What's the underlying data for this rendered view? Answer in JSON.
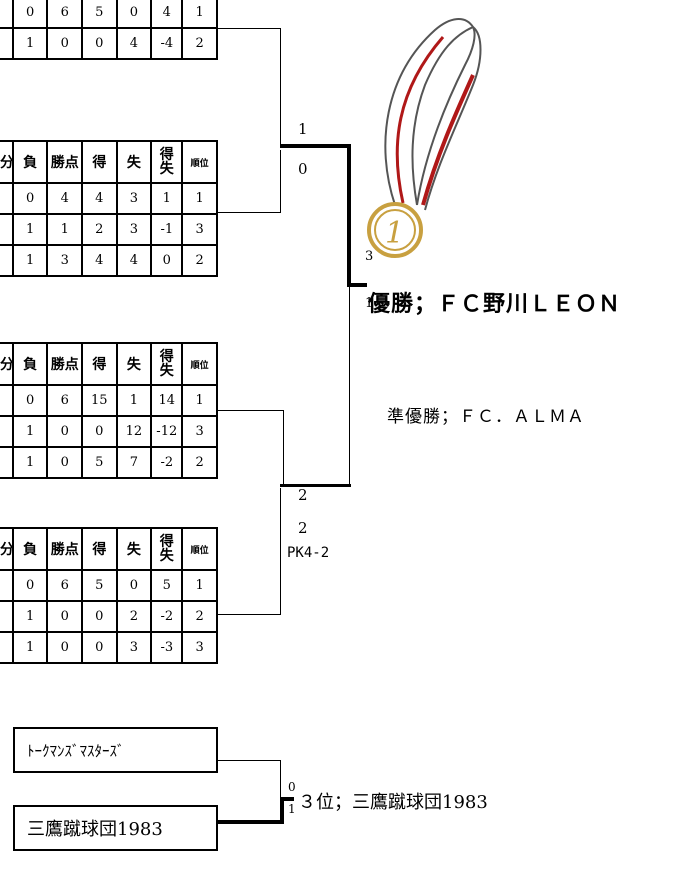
{
  "groups": [
    {
      "headers": null,
      "rows": [
        [
          "0",
          "6",
          "5",
          "0",
          "4",
          "1"
        ],
        [
          "1",
          "0",
          "0",
          "4",
          "-4",
          "2"
        ]
      ]
    },
    {
      "headers": [
        "分",
        "負",
        "勝点",
        "得",
        "失",
        "得失",
        "順位"
      ],
      "rows": [
        [
          "0",
          "4",
          "4",
          "3",
          "1",
          "1"
        ],
        [
          "1",
          "1",
          "2",
          "3",
          "-1",
          "3"
        ],
        [
          "1",
          "3",
          "4",
          "4",
          "0",
          "2"
        ]
      ]
    },
    {
      "headers": [
        "分",
        "負",
        "勝点",
        "得",
        "失",
        "得失",
        "順位"
      ],
      "rows": [
        [
          "0",
          "6",
          "15",
          "1",
          "14",
          "1"
        ],
        [
          "1",
          "0",
          "0",
          "12",
          "-12",
          "3"
        ],
        [
          "1",
          "0",
          "5",
          "7",
          "-2",
          "2"
        ]
      ]
    },
    {
      "headers": [
        "分",
        "負",
        "勝点",
        "得",
        "失",
        "得失",
        "順位"
      ],
      "rows": [
        [
          "0",
          "6",
          "5",
          "0",
          "5",
          "1"
        ],
        [
          "1",
          "0",
          "0",
          "2",
          "-2",
          "2"
        ],
        [
          "1",
          "0",
          "0",
          "3",
          "-3",
          "3"
        ]
      ]
    }
  ],
  "header_labels": {
    "wins_partial": "分",
    "loss": "負",
    "points": "勝点",
    "gf": "得",
    "ga": "失",
    "gd_top": "得",
    "gd_bottom": "失",
    "rank": "順位"
  },
  "bracket": {
    "sf1_top_score": "1",
    "sf1_bottom_score": "0",
    "sf2_top_score": "2",
    "sf2_bottom_score": "2",
    "sf2_pk": "PK4-2",
    "final_top_score": "3",
    "final_bottom_score": "1",
    "third_top_score": "0",
    "third_bottom_score": "1"
  },
  "results": {
    "champion": "優勝；ＦＣ野川ＬＥＯＮ",
    "runner_up": "準優勝；ＦＣ．ＡＬＭＡ",
    "third": "３位；三鷹蹴球団1983"
  },
  "third_place_teams": [
    "ﾄｰｸﾏﾝｽﾞﾏｽﾀｰｽﾞ",
    "三鷹蹴球団1983"
  ],
  "medal": {
    "colors": {
      "ribbon_red": "#b01818",
      "ribbon_gray": "#555555",
      "gold": "#c8a040"
    }
  }
}
